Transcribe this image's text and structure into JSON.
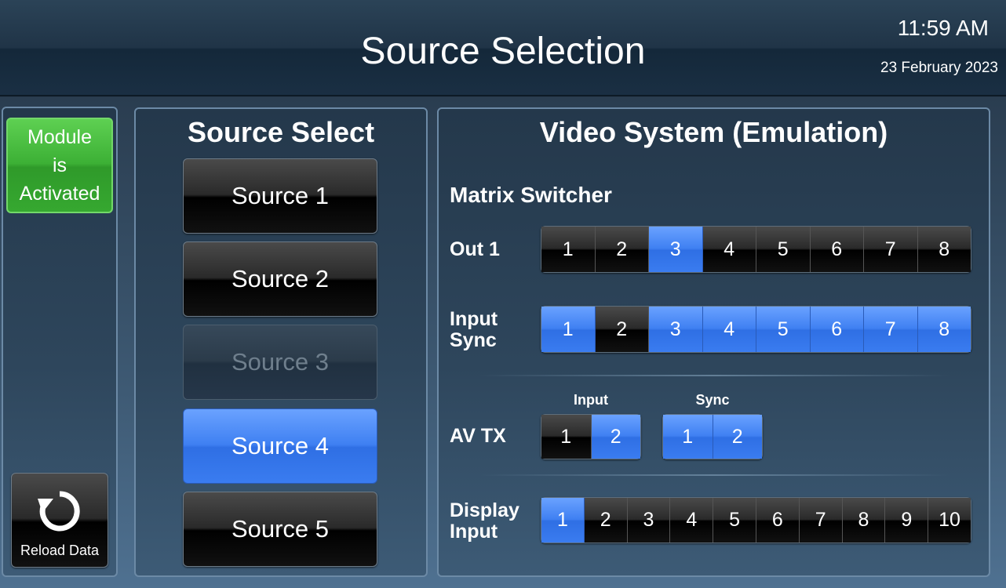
{
  "header": {
    "title": "Source Selection",
    "time": "11:59 AM",
    "date": "23 February 2023"
  },
  "left_panel": {
    "module_status": [
      "Module",
      "is",
      "Activated"
    ],
    "reload_label": "Reload Data"
  },
  "source_panel": {
    "title": "Source Select",
    "sources": [
      {
        "label": "Source 1",
        "state": "normal"
      },
      {
        "label": "Source 2",
        "state": "normal"
      },
      {
        "label": "Source 3",
        "state": "disabled"
      },
      {
        "label": "Source 4",
        "state": "selected"
      },
      {
        "label": "Source 5",
        "state": "normal"
      }
    ]
  },
  "video_panel": {
    "title": "Video System (Emulation)",
    "matrix_title": "Matrix Switcher",
    "out1": {
      "label": "Out 1",
      "buttons": [
        "1",
        "2",
        "3",
        "4",
        "5",
        "6",
        "7",
        "8"
      ],
      "selected": [
        3
      ]
    },
    "input_sync": {
      "label_line1": "Input",
      "label_line2": "Sync",
      "buttons": [
        "1",
        "2",
        "3",
        "4",
        "5",
        "6",
        "7",
        "8"
      ],
      "selected": [
        1,
        3,
        4,
        5,
        6,
        7,
        8
      ]
    },
    "av_tx": {
      "label": "AV TX",
      "input_label": "Input",
      "sync_label": "Sync",
      "input_buttons": [
        "1",
        "2"
      ],
      "input_selected": [
        2
      ],
      "sync_buttons": [
        "1",
        "2"
      ],
      "sync_selected": [
        1,
        2
      ]
    },
    "display_input": {
      "label_line1": "Display",
      "label_line2": "Input",
      "buttons": [
        "1",
        "2",
        "3",
        "4",
        "5",
        "6",
        "7",
        "8",
        "9",
        "10"
      ],
      "selected": [
        1
      ]
    }
  },
  "colors": {
    "selected_blue": "#3f80f2",
    "active_green": "#3cb035",
    "button_black": "#111111"
  }
}
